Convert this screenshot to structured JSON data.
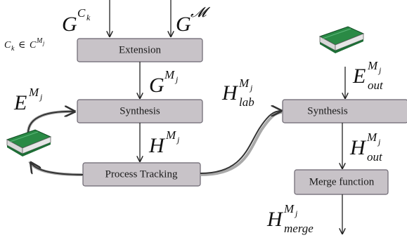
{
  "boxes": {
    "extension": "Extension",
    "synthesis_left": "Synthesis",
    "process_tracking": "Process Tracking",
    "synthesis_right": "Synthesis",
    "merge_function": "Merge function"
  },
  "labels": {
    "g_ck": {
      "base": "G",
      "sup": "C",
      "sup_sub": "k"
    },
    "g_m": {
      "base": "G",
      "sup": "𝓜"
    },
    "condition": {
      "a": "C",
      "a_sub": "k",
      "rel": "∈",
      "b": "C",
      "b_sup": "M",
      "b_sup_sub": "j"
    },
    "g_mj": {
      "base": "G",
      "sup": "M",
      "sup_sub": "j"
    },
    "e_mj": {
      "base": "E",
      "sup": "M",
      "sup_sub": "j"
    },
    "h_mj": {
      "base": "H",
      "sup": "M",
      "sup_sub": "j"
    },
    "h_lab": {
      "base": "H",
      "sup": "M",
      "sup_sub": "j",
      "sub": "lab"
    },
    "e_out": {
      "base": "E",
      "sup": "M",
      "sup_sub": "j",
      "sub": "out"
    },
    "h_out": {
      "base": "H",
      "sup": "M",
      "sup_sub": "j",
      "sub": "out"
    },
    "h_merge": {
      "base": "H",
      "sup": "M",
      "sup_sub": "j",
      "sub": "merge"
    }
  },
  "icons": {
    "left_book": "green-book-icon",
    "right_book": "green-book-icon"
  },
  "colors": {
    "box_fill": "#c8c3c8",
    "box_stroke": "#6b6670",
    "book_green": "#1e7a3a"
  }
}
